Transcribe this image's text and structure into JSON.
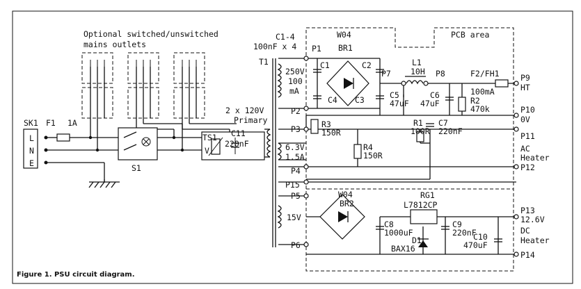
{
  "figure": {
    "caption": "Figure 1. PSU circuit diagram."
  },
  "diagram": {
    "outlets_note_line1": "Optional switched/unswitched",
    "outlets_note_line2": "mains outlets",
    "pcb_area_label": "PCB area",
    "input": {
      "connector": "SK1",
      "fuse": "F1",
      "fuse_rating": "1A",
      "terminals": [
        "L",
        "N",
        "E"
      ],
      "switch": "S1",
      "suppressor": "TS1",
      "suppressor_symbol": "V",
      "cap_ref": "C11",
      "cap_value": "220nF"
    },
    "transformer": {
      "ref": "T1",
      "primary_line1": "2 x 120V",
      "primary_line2": "Primary",
      "winding_ht_line1": "250V",
      "winding_ht_line2": "100",
      "winding_ht_line3": "mA",
      "winding_heater_line1": "6.3V",
      "winding_heater_line2": "1.5A",
      "winding_dc": "15V"
    },
    "caps_top_line1": "C1-4",
    "caps_top_line2": "100nF x 4",
    "bridge1": {
      "type": "W04",
      "ref": "BR1"
    },
    "bridge2": {
      "type": "W04",
      "ref": "BR2"
    },
    "components": {
      "c1": "C1",
      "c2": "C2",
      "c3": "C3",
      "c4": "C4",
      "c5_ref": "C5",
      "c5_value": "47uF",
      "c6_ref": "C6",
      "c6_value": "47uF",
      "l1_ref": "L1",
      "l1_value": "10H",
      "f2_ref": "F2/FH1",
      "f2_value": "100mA",
      "r2_ref": "R2",
      "r2_value": "470k",
      "r3_label": "R3",
      "r3_value": "150R",
      "r4_label": "R4",
      "r4_value": "150R",
      "r1_ref": "R1",
      "r1_value": "100R",
      "c7_ref": "C7",
      "c7_value": "220nF",
      "rg1_ref": "RG1",
      "rg1_value": "L7812CP",
      "c8_ref": "C8",
      "c8_value": "1000uF",
      "c9_ref": "C9",
      "c9_value": "220nF",
      "c10_ref": "C10",
      "c10_value": "470uF",
      "d1_ref": "D1",
      "d1_value": "BAX16"
    },
    "pins_left": [
      "P1",
      "P2",
      "P3",
      "P4",
      "P15",
      "P5",
      "P6"
    ],
    "pins_mid": {
      "p7": "P7",
      "p8": "P8"
    },
    "pins_right": [
      "P9",
      "P10",
      "P11",
      "P12",
      "P13",
      "P14"
    ],
    "outputs": {
      "ht": "HT",
      "zero_v": "0V",
      "ac_heater_line1": "AC",
      "ac_heater_line2": "Heater",
      "dc_voltage": "12.6V",
      "dc_heater_line1": "DC",
      "dc_heater_line2": "Heater"
    }
  }
}
